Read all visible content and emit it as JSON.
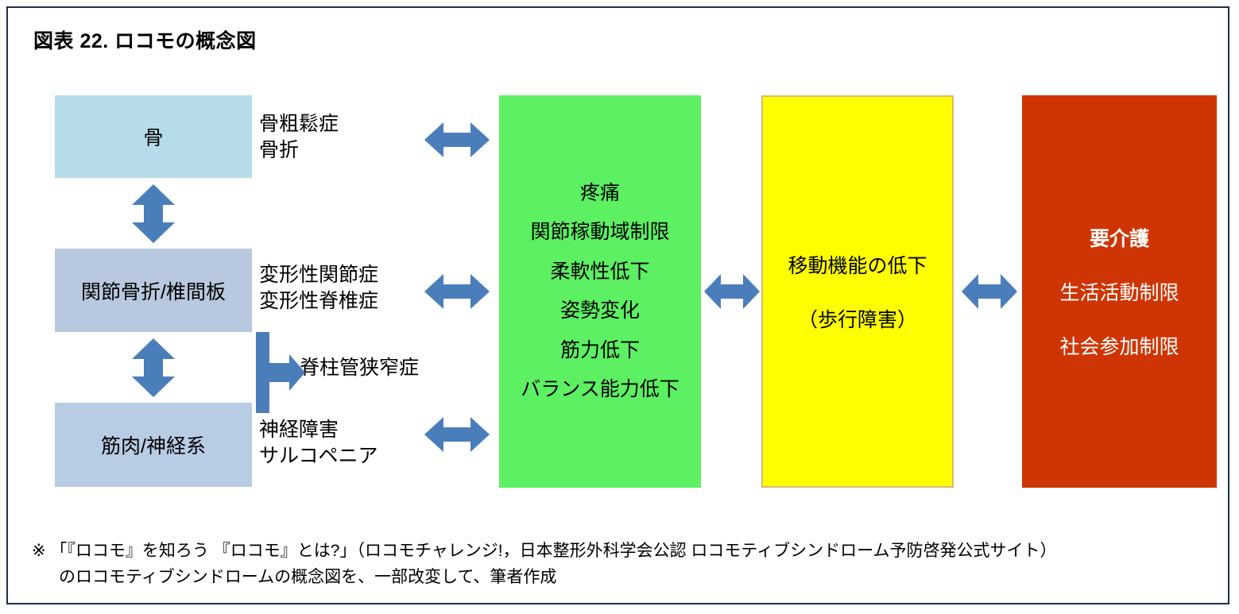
{
  "figure": {
    "title": "図表 22.  ロコモの概念図",
    "frame_color": "#1c2f4c",
    "arrow_color": "#4a7ebb"
  },
  "organ_boxes": [
    {
      "name": "bone",
      "label": "骨",
      "color": "#b5dce8"
    },
    {
      "name": "joint",
      "label": "関節骨折/椎間板",
      "color": "#b8c8de"
    },
    {
      "name": "muscle",
      "label": "筋肉/神経系",
      "color": "#b8cce4"
    }
  ],
  "side_labels": {
    "bone": {
      "line1": "骨粗鬆症",
      "line2": "骨折"
    },
    "joint": {
      "line1": "変形性関節症",
      "line2": "変形性脊椎症"
    },
    "muscle": {
      "line1": "神経障害",
      "line2": "サルコペニア"
    },
    "stenosis": "脊柱管狭窄症"
  },
  "symptoms_box": {
    "color": "#5cf062",
    "items": [
      "疼痛",
      "関節稼動域制限",
      "柔軟性低下",
      "姿勢変化",
      "筋力低下",
      "バランス能力低下"
    ]
  },
  "mobility_box": {
    "color": "#ffff00",
    "border_color": "#e0b76a",
    "line1": "移動機能の低下",
    "line2": "（歩行障害）"
  },
  "care_box": {
    "color": "#cf3504",
    "text_color": "#ffffff",
    "heading": "要介護",
    "line1": "生活活動制限",
    "line2": "社会参加制限"
  },
  "footnote": {
    "line1": "※ 「『ロコモ』を知ろう 『ロコモ』とは?」（ロコモチャレンジ!，日本整形外科学会公認 ロコモティブシンドローム予防啓発公式サイト）",
    "line2": "のロコモティブシンドロームの概念図を、一部改変して、筆者作成"
  }
}
